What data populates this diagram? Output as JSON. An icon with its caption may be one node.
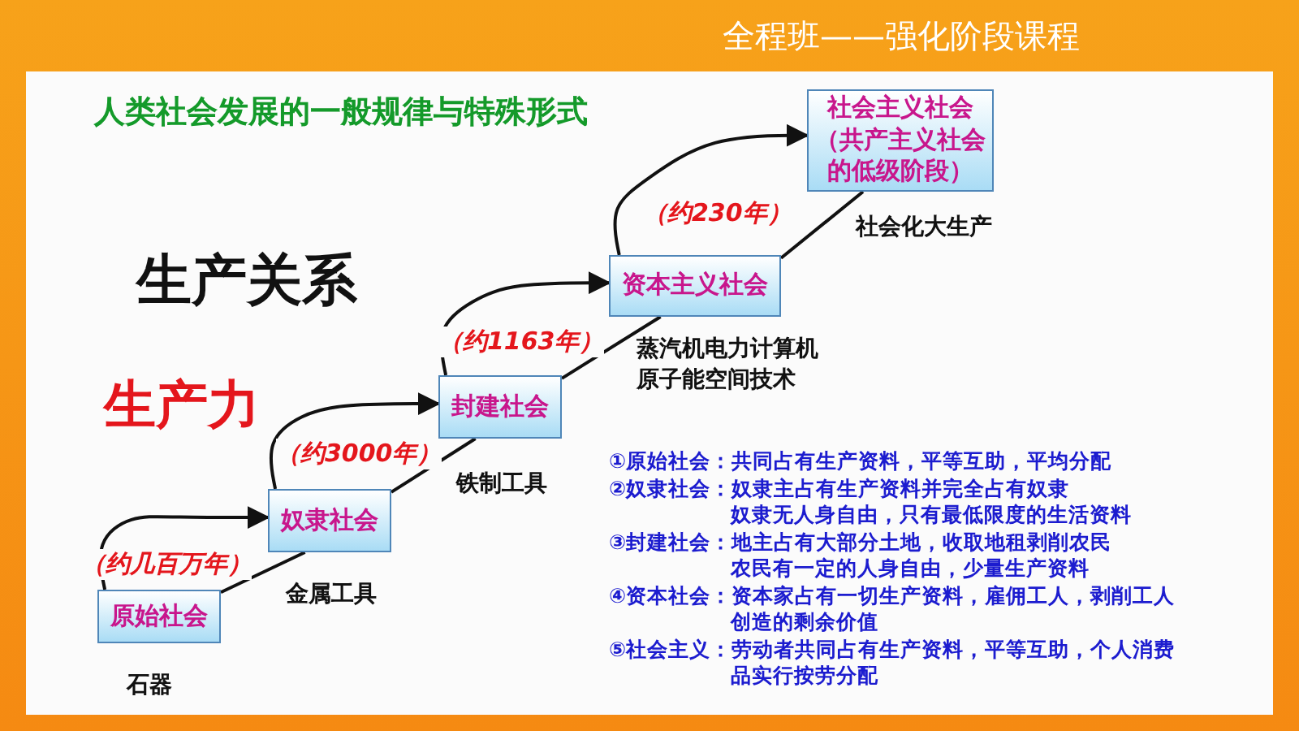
{
  "diagram": {
    "title": "人类社会发展的一般规律与特殊形式",
    "nodes": [
      {
        "text": [
          "原始社会"
        ],
        "beside": [
          "石器"
        ]
      },
      {
        "text": [
          "奴隶社会"
        ],
        "beside": [
          "金属工具"
        ]
      },
      {
        "text": [
          "封建社会"
        ],
        "beside": [
          "铁制工具"
        ]
      },
      {
        "text": [
          "资本主义社会"
        ],
        "beside": [
          "蒸汽机电力计算机原子能空间技术"
        ]
      },
      {
        "text": [
          "社会主义社会（共产主义社会的低级阶段）"
        ],
        "beside": [
          "社会化大生产"
        ]
      }
    ],
    "edges": [
      {
        "from": 0,
        "to": 1,
        "arrow": "to",
        "label": "（约几百万年）"
      },
      {
        "from": 1,
        "to": 2,
        "arrow": "to",
        "label": "（约3000年）"
      },
      {
        "from": 2,
        "to": 3,
        "arrow": "to",
        "label": "（约1163年）"
      },
      {
        "from": 3,
        "to": 4,
        "arrow": "to",
        "label": "（约230年）"
      },
      {
        "from": 0,
        "to": 1,
        "arrow": "none"
      },
      {
        "from": 1,
        "to": 2,
        "arrow": "none"
      },
      {
        "from": 2,
        "to": 3,
        "arrow": "none"
      },
      {
        "from": 3,
        "to": 4,
        "arrow": "none"
      }
    ],
    "labels": [
      "全程班——强化阶段课程",
      "生产关系",
      "生产力",
      "①原始社会：共同占有生产资料，平等互助，平均分配",
      "②奴隶社会：奴隶主占有生产资料并完全占有奴隶",
      "奴隶无人身自由，只有最低限度的生活资料",
      "③封建社会：地主占有大部分土地，收取地租剥削农民",
      "农民有一定的人身自由，少量生产资料",
      "④资本社会：资本家占有一切生产资料，雇佣工人，剥削工人创造的剩余价值",
      "⑤社会主义：劳动者共同占有生产资料，平等互助，个人消费品实行按劳分配"
    ]
  }
}
